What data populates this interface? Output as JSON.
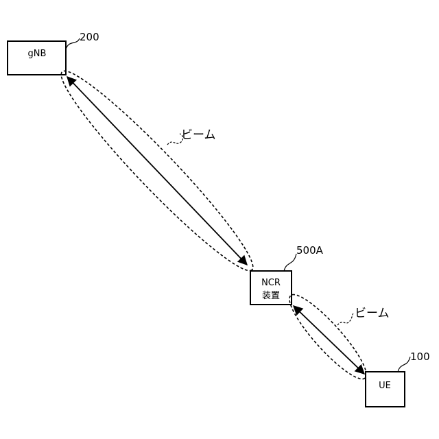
{
  "diagram": {
    "nodes": {
      "gnb": {
        "label": "gNB",
        "ref": "200"
      },
      "ncr": {
        "label_line1": "NCR",
        "label_line2": "装置",
        "ref": "500A"
      },
      "ue": {
        "label": "UE",
        "ref": "100"
      }
    },
    "beams": {
      "upper": {
        "label": "ビーム"
      },
      "lower": {
        "label": "ビーム"
      }
    }
  }
}
